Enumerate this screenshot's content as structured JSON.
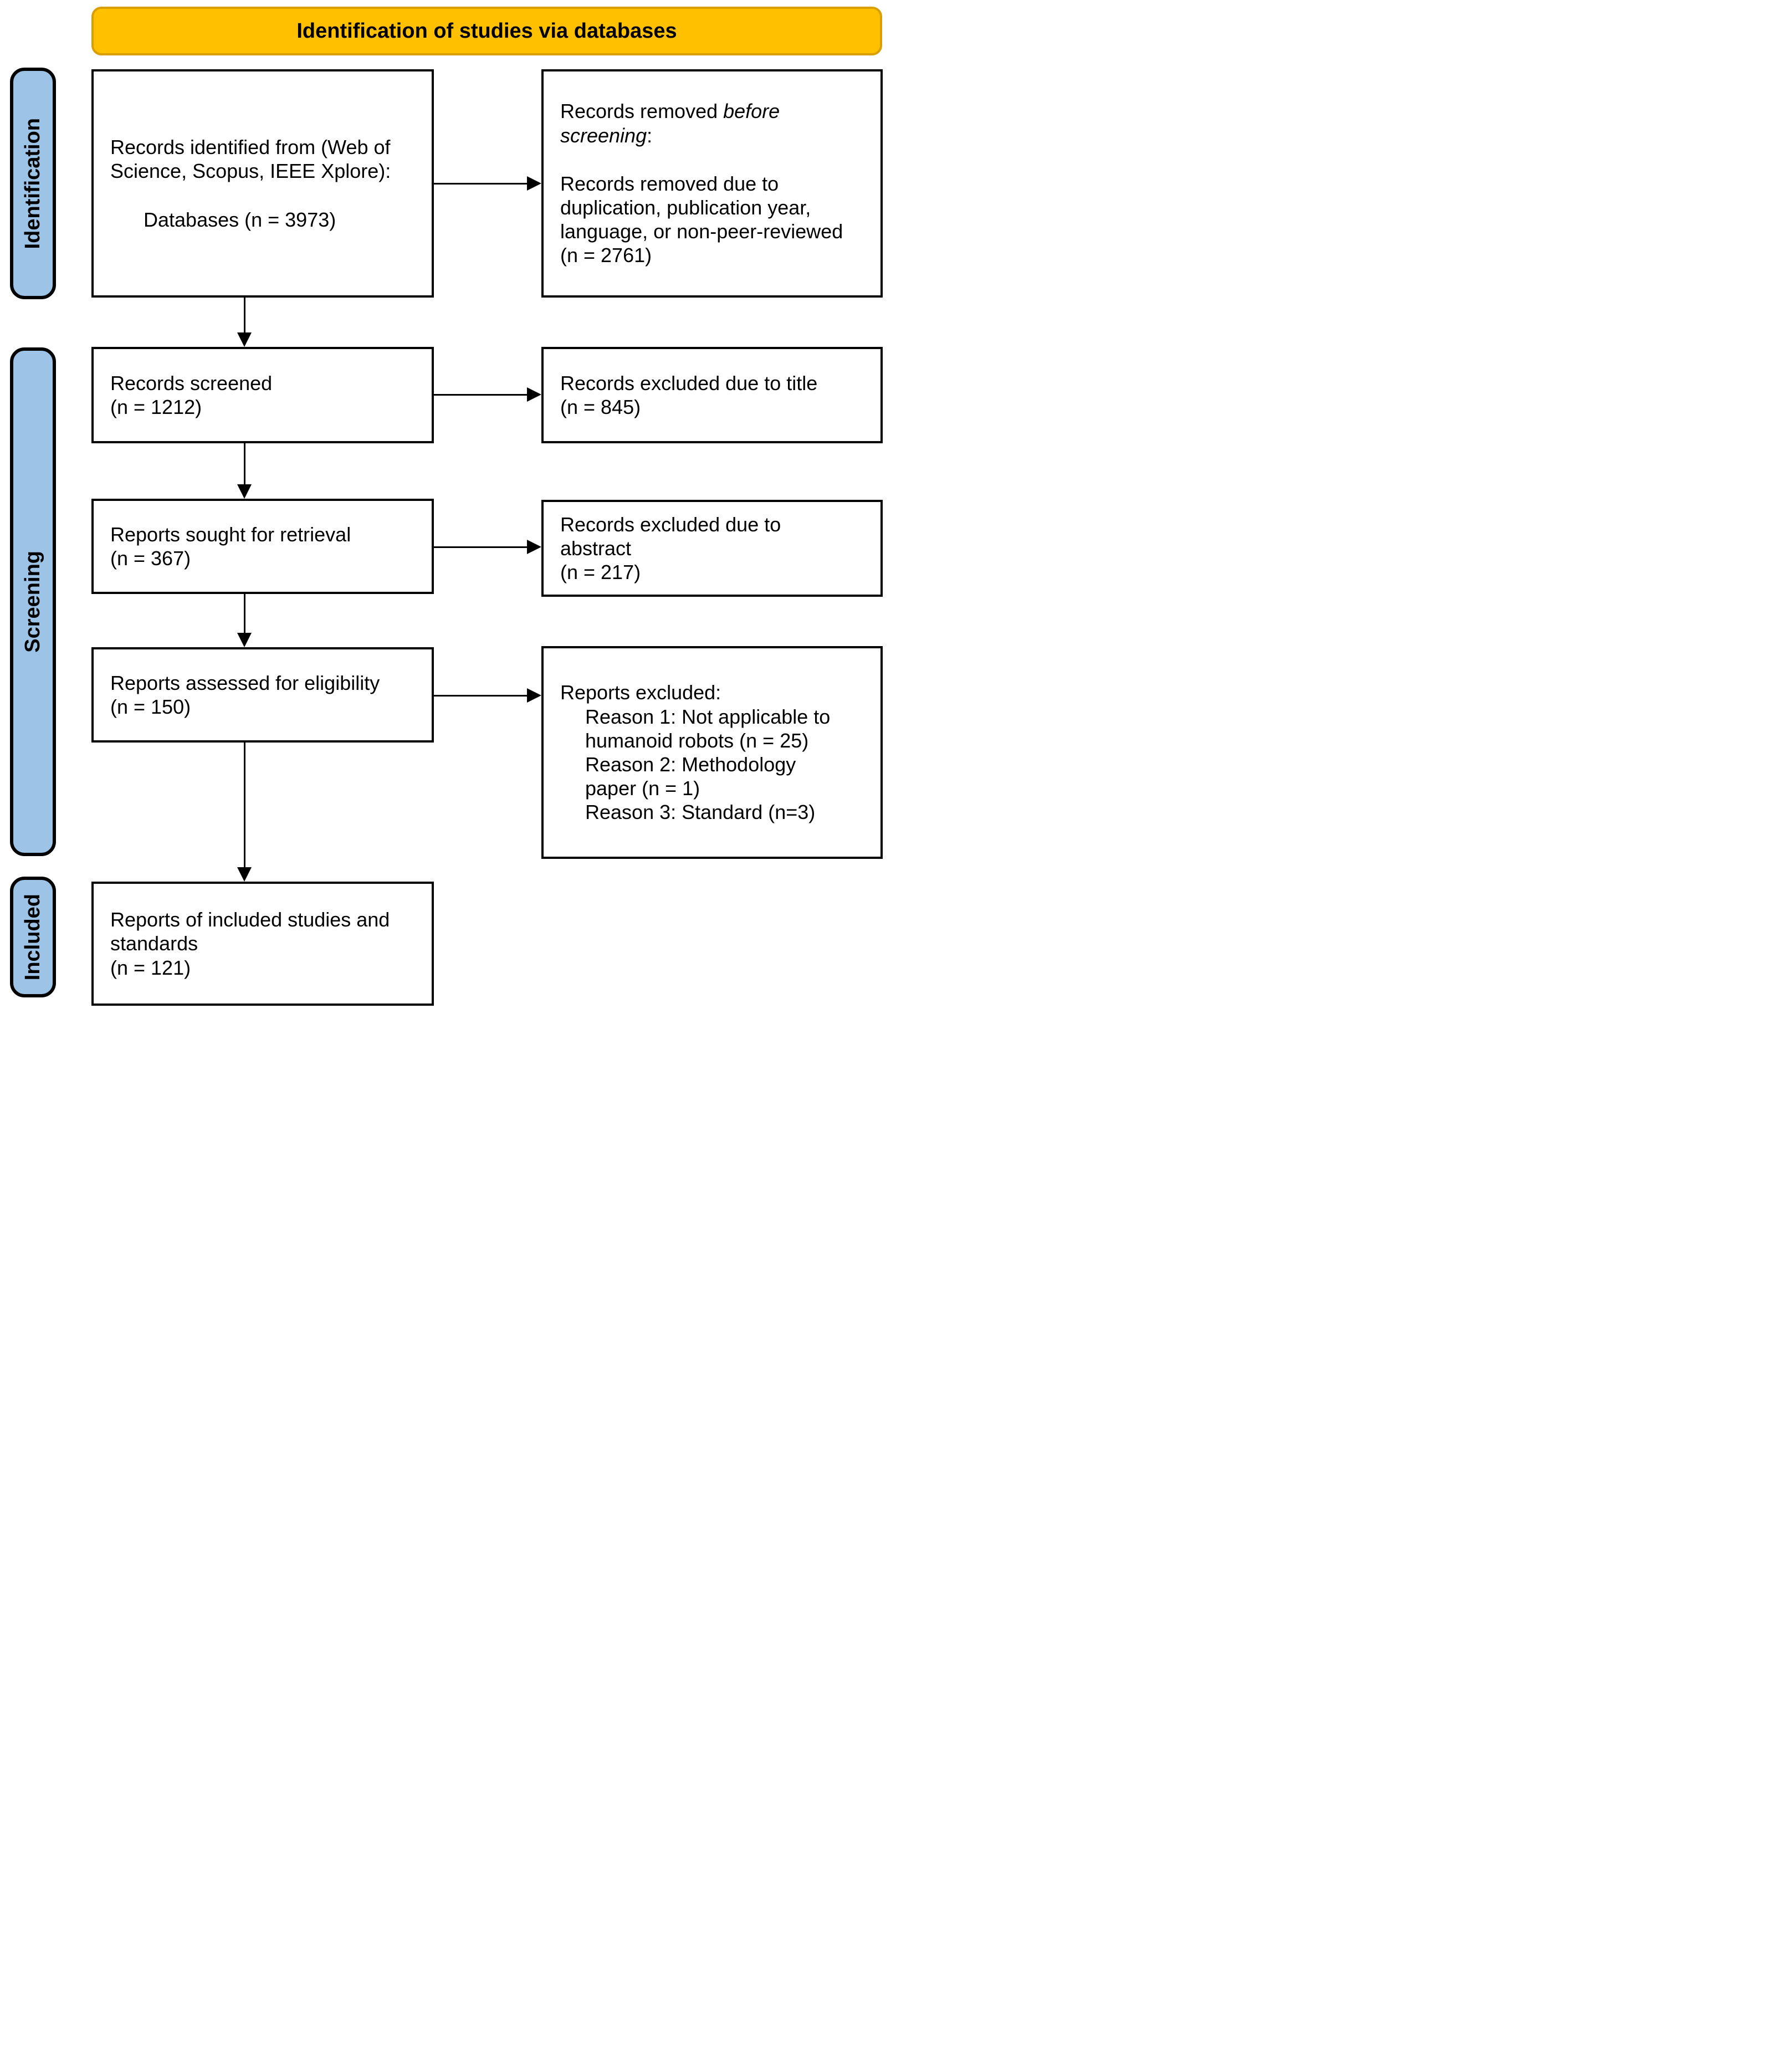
{
  "header": {
    "title": "Identification of studies via databases"
  },
  "sidebar": {
    "identification": "Identification",
    "screening": "Screening",
    "included": "Included"
  },
  "boxes": {
    "identified": {
      "line1": "Records identified from (Web of\nScience, Scopus, IEEE Xplore):",
      "line2": "Databases (n = 3973)"
    },
    "removed_before_screening": {
      "prefix": "Records removed ",
      "italic": "before\nscreening",
      "suffix": ":",
      "body": "Records removed due to\nduplication, publication year,\nlanguage, or non-peer-reviewed\n(n = 2761)"
    },
    "screened": {
      "text": "Records screened\n(n = 1212)"
    },
    "excluded_title": {
      "text": "Records excluded due to title\n(n = 845)"
    },
    "sought": {
      "text": "Reports sought for retrieval\n(n = 367)"
    },
    "excluded_abstract": {
      "text": "Records excluded due to\nabstract\n(n = 217)"
    },
    "assessed": {
      "text": "Reports assessed for eligibility\n(n = 150)"
    },
    "reports_excluded": {
      "heading": "Reports excluded:",
      "reasons": [
        "Reason 1: Not applicable to\nhumanoid robots (n = 25)",
        "Reason 2: Methodology\npaper (n = 1)",
        "Reason 3: Standard (n=3)"
      ]
    },
    "included_reports": {
      "text": "Reports of included studies and\nstandards\n(n = 121)"
    }
  },
  "colors": {
    "banner_fill": "#FFC000",
    "banner_border": "#D99E00",
    "stage_fill": "#9DC3E6",
    "box_border": "#000000",
    "arrow": "#000000"
  }
}
